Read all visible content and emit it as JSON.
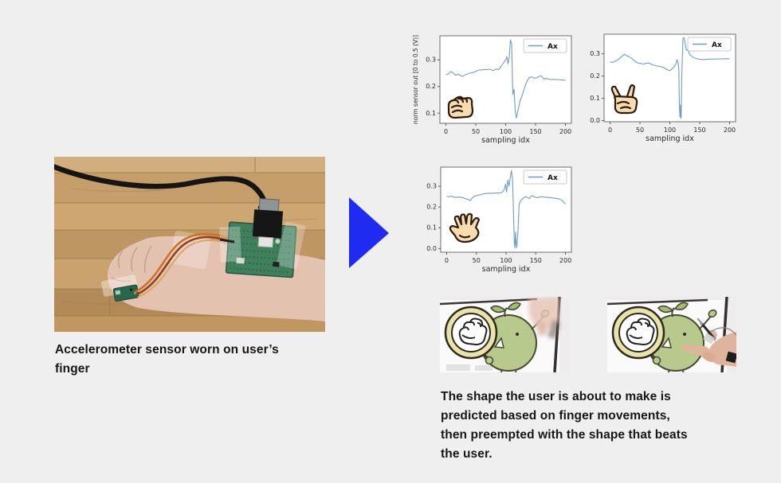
{
  "page": {
    "background": "#efeff0"
  },
  "colors": {
    "arrow_blue": "#1f2bf0",
    "chart_line": "#6d9dc5",
    "caption_text": "#161616"
  },
  "captions": {
    "left_lines": [
      "Accelerometer sensor worn on user’s",
      "finger"
    ],
    "right_lines": [
      "The shape the user is about to make is",
      "predicted based on finger movements,",
      "then preempted with the shape that beats",
      "the user."
    ]
  },
  "icons": {
    "flow_arrow": "right-arrow-icon",
    "chart_icons": [
      "fist-icon",
      "victory-hand-icon",
      "open-hand-icon"
    ]
  },
  "chart_data": [
    {
      "type": "line",
      "title": "",
      "xlabel": "sampling idx",
      "ylabel": "norm sensor out [0 to 0.5 (V)]",
      "legend_loc": "upper right",
      "grid": false,
      "xlim": [
        -10,
        210
      ],
      "ylim": [
        0.062,
        0.39
      ],
      "xticks": [
        0,
        50,
        100,
        150,
        200
      ],
      "yticks": [
        0.1,
        0.2,
        0.3
      ],
      "icon": "fist-icon",
      "series": [
        {
          "name": "Ax",
          "x": [
            0,
            4,
            8,
            12,
            16,
            20,
            24,
            28,
            32,
            36,
            40,
            44,
            48,
            52,
            56,
            60,
            64,
            68,
            72,
            76,
            80,
            84,
            88,
            92,
            96,
            100,
            102,
            104,
            106,
            108,
            110,
            112,
            114,
            116,
            118,
            120,
            124,
            128,
            132,
            136,
            140,
            144,
            148,
            152,
            156,
            160,
            164,
            168,
            172,
            176,
            180,
            184,
            188,
            192,
            196,
            200
          ],
          "y": [
            0.245,
            0.247,
            0.256,
            0.251,
            0.242,
            0.246,
            0.242,
            0.238,
            0.243,
            0.247,
            0.25,
            0.252,
            0.254,
            0.259,
            0.262,
            0.262,
            0.264,
            0.263,
            0.265,
            0.262,
            0.26,
            0.266,
            0.263,
            0.274,
            0.287,
            0.3,
            0.312,
            0.285,
            0.31,
            0.375,
            0.36,
            0.17,
            0.19,
            0.11,
            0.082,
            0.105,
            0.145,
            0.17,
            0.198,
            0.222,
            0.234,
            0.236,
            0.231,
            0.233,
            0.238,
            0.24,
            0.228,
            0.23,
            0.228,
            0.226,
            0.227,
            0.226,
            0.226,
            0.225,
            0.224,
            0.224
          ]
        }
      ]
    },
    {
      "type": "line",
      "title": "",
      "xlabel": "sampling idx",
      "ylabel": "",
      "legend_loc": "upper right",
      "grid": false,
      "xlim": [
        -10,
        210
      ],
      "ylim": [
        -0.005,
        0.388
      ],
      "xticks": [
        0,
        50,
        100,
        150,
        200
      ],
      "yticks": [
        0.0,
        0.1,
        0.2,
        0.3
      ],
      "icon": "victory-hand-icon",
      "series": [
        {
          "name": "Ax",
          "x": [
            0,
            4,
            8,
            12,
            16,
            20,
            24,
            28,
            32,
            36,
            40,
            44,
            48,
            52,
            56,
            60,
            64,
            68,
            72,
            76,
            80,
            84,
            88,
            92,
            96,
            100,
            104,
            107,
            110,
            112,
            114,
            115,
            116,
            117,
            118,
            119,
            120,
            122,
            124,
            126,
            128,
            130,
            133,
            136,
            140,
            144,
            148,
            152,
            156,
            160,
            166,
            172,
            178,
            184,
            190,
            200
          ],
          "y": [
            0.264,
            0.261,
            0.266,
            0.271,
            0.279,
            0.289,
            0.298,
            0.291,
            0.287,
            0.28,
            0.27,
            0.262,
            0.258,
            0.256,
            0.254,
            0.257,
            0.259,
            0.255,
            0.25,
            0.247,
            0.245,
            0.243,
            0.24,
            0.234,
            0.228,
            0.224,
            0.233,
            0.242,
            0.254,
            0.274,
            0.256,
            0.228,
            0.06,
            0.015,
            0.07,
            0.01,
            0.2,
            0.37,
            0.373,
            0.34,
            0.315,
            0.32,
            0.298,
            0.29,
            0.283,
            0.279,
            0.276,
            0.275,
            0.274,
            0.275,
            0.276,
            0.276,
            0.277,
            0.277,
            0.278,
            0.278
          ]
        }
      ]
    },
    {
      "type": "line",
      "title": "",
      "xlabel": "sampling idx",
      "ylabel": "",
      "legend_loc": "upper right",
      "grid": false,
      "xlim": [
        -10,
        210
      ],
      "ylim": [
        -0.018,
        0.392
      ],
      "xticks": [
        0,
        50,
        100,
        150,
        200
      ],
      "yticks": [
        0.0,
        0.1,
        0.2,
        0.3
      ],
      "icon": "open-hand-icon",
      "series": [
        {
          "name": "Ax",
          "x": [
            0,
            4,
            8,
            12,
            16,
            20,
            24,
            28,
            32,
            36,
            40,
            42,
            46,
            50,
            54,
            58,
            62,
            66,
            70,
            74,
            78,
            82,
            86,
            90,
            94,
            97,
            99,
            101,
            103,
            105,
            107,
            109,
            111,
            113,
            114,
            115,
            116,
            117,
            118,
            120,
            122,
            124,
            127,
            130,
            133,
            136,
            139,
            142,
            145,
            148,
            152,
            156,
            160,
            165,
            170,
            175,
            180,
            185,
            190,
            195,
            200
          ],
          "y": [
            0.252,
            0.249,
            0.252,
            0.248,
            0.246,
            0.248,
            0.246,
            0.244,
            0.24,
            0.236,
            0.231,
            0.24,
            0.251,
            0.254,
            0.257,
            0.26,
            0.263,
            0.265,
            0.266,
            0.266,
            0.266,
            0.267,
            0.267,
            0.268,
            0.272,
            0.284,
            0.31,
            0.272,
            0.33,
            0.3,
            0.34,
            0.376,
            0.33,
            0.12,
            0.03,
            0.002,
            0.08,
            0.02,
            0.005,
            0.08,
            0.21,
            0.228,
            0.238,
            0.245,
            0.25,
            0.246,
            0.24,
            0.252,
            0.254,
            0.248,
            0.245,
            0.247,
            0.25,
            0.247,
            0.246,
            0.245,
            0.243,
            0.241,
            0.238,
            0.23,
            0.214
          ]
        }
      ]
    }
  ]
}
